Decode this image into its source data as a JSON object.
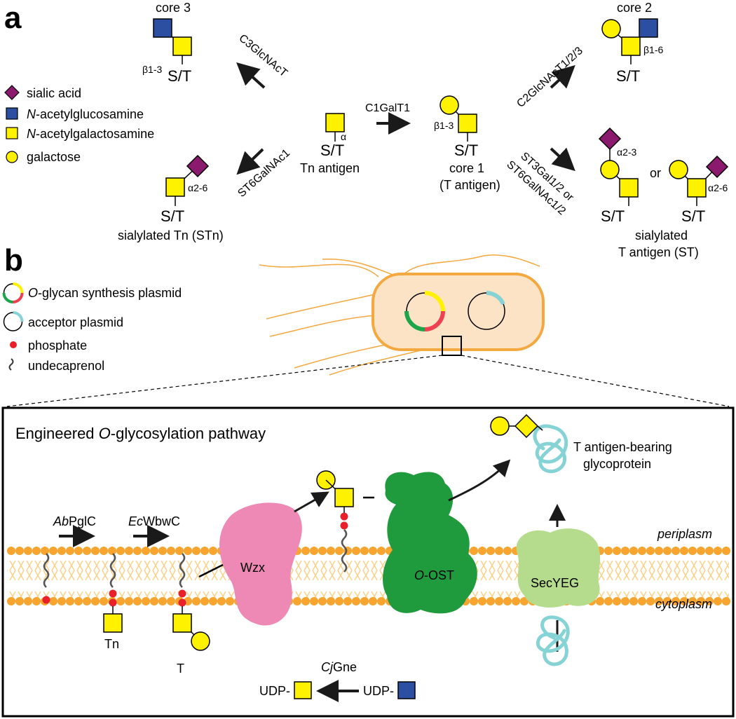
{
  "colors": {
    "sialic_acid": "#8b1a6e",
    "glcnac": "#2d4fa1",
    "galnac": "#fff200",
    "galactose": "#fff200",
    "phosphate": "#e8202a",
    "membrane": "#f7a52e",
    "membrane_tail": "#fbd28a",
    "cell_fill": "#fde3c6",
    "cell_border": "#f3a840",
    "wzx": "#ee88b5",
    "oost": "#1f9a3c",
    "secyeg": "#b5dc8d",
    "protein": "#86d3d6",
    "plasmid_green": "#1ea54a",
    "plasmid_red": "#ee4050",
    "plasmid_yellow": "#fff200",
    "plasmid_cyan": "#86d3d6"
  },
  "panel_a": {
    "label": "a",
    "legend": [
      {
        "icon": "sialic-acid-icon",
        "prefix": "",
        "text": "sialic acid"
      },
      {
        "icon": "glcnac-icon",
        "prefix": "N",
        "text": "-acetylglucosamine"
      },
      {
        "icon": "galnac-icon",
        "prefix": "N",
        "text": "-acetylgalactosamine"
      },
      {
        "icon": "galactose-icon",
        "prefix": "",
        "text": "galactose"
      }
    ],
    "core3": {
      "title": "core 3",
      "linkage": "β1-3",
      "site": "S/T",
      "enzyme": "C3GlcNAcT"
    },
    "stn": {
      "linkage": "α2-6",
      "site": "S/T",
      "name": "sialylated Tn (STn)",
      "enzyme": "ST6GalNAc1"
    },
    "tn": {
      "linkage": "α",
      "site": "S/T",
      "name": "Tn antigen",
      "enzyme": "C1GalT1"
    },
    "core1": {
      "linkage": "β1-3",
      "site": "S/T",
      "name1": "core 1",
      "name2": "(T antigen)"
    },
    "core2": {
      "title": "core 2",
      "linkage": "β1-6",
      "site": "S/T",
      "enzyme": "C2GlcNAcT1/2/3"
    },
    "st": {
      "enzyme1": "ST3Gal1/2 or",
      "enzyme2": "ST6GalNAc1/2",
      "linkage1": "α2-3",
      "linkage2": "α2-6",
      "or": "or",
      "site1": "S/T",
      "site2": "S/T",
      "name1": "sialylated",
      "name2": "T antigen (ST)"
    }
  },
  "panel_b": {
    "label": "b",
    "legend": [
      {
        "icon": "synthesis-plasmid-icon",
        "prefix": "O",
        "text": "-glycan synthesis plasmid"
      },
      {
        "icon": "acceptor-plasmid-icon",
        "prefix": "",
        "text": "acceptor plasmid"
      },
      {
        "icon": "phosphate-icon",
        "prefix": "",
        "text": "phosphate"
      },
      {
        "icon": "undecaprenol-icon",
        "prefix": "",
        "text": "undecaprenol"
      }
    ],
    "inset_title_prefix": "Engineered ",
    "inset_title_italic": "O",
    "inset_title_suffix": "-glycosylation pathway",
    "enzyme1_italic": "Ab",
    "enzyme1": "PglC",
    "enzyme2_italic": "Ec",
    "enzyme2": "WbwC",
    "wzx": "Wzx",
    "oost_italic": "O",
    "oost": "-OST",
    "secyeg": "SecYEG",
    "periplasm": "periplasm",
    "cytoplasm": "cytoplasm",
    "product1": "T antigen-bearing",
    "product2": "glycoprotein",
    "tn_label": "Tn",
    "t_label": "T",
    "gne_italic": "Cj",
    "gne": "Gne",
    "udp1": "UDP-",
    "udp2": "UDP-"
  }
}
